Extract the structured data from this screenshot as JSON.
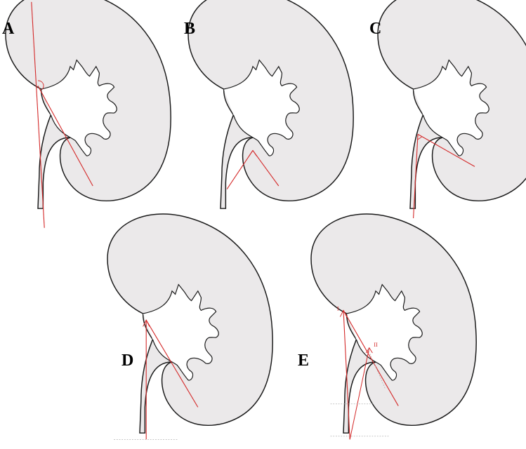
{
  "panels": [
    {
      "id": "a",
      "label": "A",
      "markers": []
    },
    {
      "id": "b",
      "label": "B",
      "markers": []
    },
    {
      "id": "c",
      "label": "C",
      "markers": []
    },
    {
      "id": "d",
      "label": "D",
      "markers": []
    },
    {
      "id": "e",
      "label": "E",
      "markers": [
        "I",
        "II"
      ]
    }
  ],
  "colors": {
    "kidney_fill": "#ebe9ea",
    "outline": "#1a1a1a",
    "measure_line": "#d42a2a",
    "guide_line": "#b0b0b0",
    "background": "#ffffff"
  }
}
